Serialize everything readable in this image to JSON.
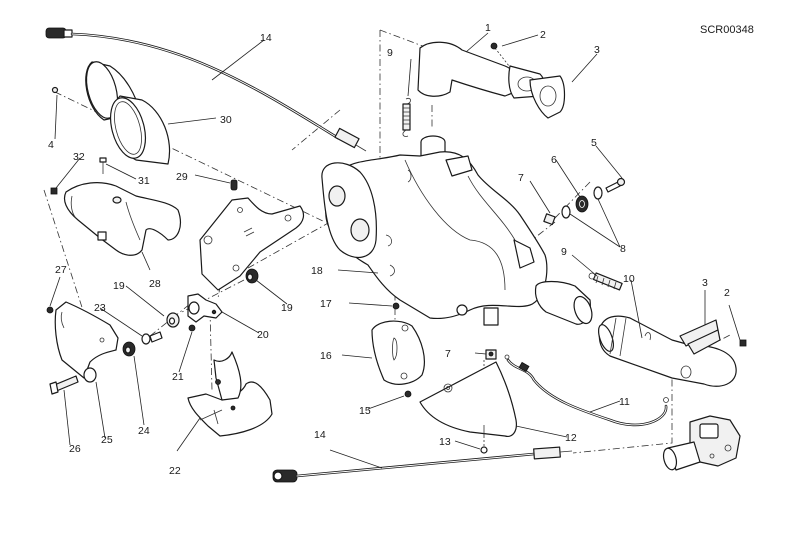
{
  "diagram": {
    "drawing_code": "SCR00348",
    "subject": "Exhaust system exploded view",
    "colors": {
      "line": "#1a1a1a",
      "background": "#ffffff",
      "fill_light": "#f1f1f1"
    }
  },
  "callouts": [
    {
      "id": "c1",
      "label": "1",
      "part": "front-exhaust-pipe"
    },
    {
      "id": "c2a",
      "label": "2",
      "part": "nut"
    },
    {
      "id": "c2b",
      "label": "2",
      "part": "nut"
    },
    {
      "id": "c3a",
      "label": "3",
      "part": "gasket"
    },
    {
      "id": "c3b",
      "label": "3",
      "part": "gasket"
    },
    {
      "id": "c4",
      "label": "4",
      "part": "screw"
    },
    {
      "id": "c5",
      "label": "5",
      "part": "screw"
    },
    {
      "id": "c6",
      "label": "6",
      "part": "rubber-grommet"
    },
    {
      "id": "c7a",
      "label": "7",
      "part": "clip-nut"
    },
    {
      "id": "c7b",
      "label": "7",
      "part": "clip-nut"
    },
    {
      "id": "c8",
      "label": "8",
      "part": "washer"
    },
    {
      "id": "c9a",
      "label": "9",
      "part": "spring"
    },
    {
      "id": "c9b",
      "label": "9",
      "part": "spring"
    },
    {
      "id": "c10",
      "label": "10",
      "part": "rear-exhaust-pipe"
    },
    {
      "id": "c11",
      "label": "11",
      "part": "valve-cable"
    },
    {
      "id": "c12",
      "label": "12",
      "part": "heat-guard"
    },
    {
      "id": "c13",
      "label": "13",
      "part": "nut"
    },
    {
      "id": "c14a",
      "label": "14",
      "part": "lambda-sensor"
    },
    {
      "id": "c14b",
      "label": "14",
      "part": "lambda-sensor"
    },
    {
      "id": "c15",
      "label": "15",
      "part": "screw"
    },
    {
      "id": "c16",
      "label": "16",
      "part": "heat-guard"
    },
    {
      "id": "c17",
      "label": "17",
      "part": "clip-nut"
    },
    {
      "id": "c18",
      "label": "18",
      "part": "silencer"
    },
    {
      "id": "c19a",
      "label": "19",
      "part": "rubber-grommet"
    },
    {
      "id": "c19b",
      "label": "19",
      "part": "rubber-grommet"
    },
    {
      "id": "c20",
      "label": "20",
      "part": "bracket"
    },
    {
      "id": "c21",
      "label": "21",
      "part": "screw"
    },
    {
      "id": "c22",
      "label": "22",
      "part": "heat-guard"
    },
    {
      "id": "c23",
      "label": "23",
      "part": "spacer"
    },
    {
      "id": "c24",
      "label": "24",
      "part": "rubber-grommet"
    },
    {
      "id": "c25",
      "label": "25",
      "part": "bracket"
    },
    {
      "id": "c26",
      "label": "26",
      "part": "screw"
    },
    {
      "id": "c27",
      "label": "27",
      "part": "screw"
    },
    {
      "id": "c28",
      "label": "28",
      "part": "heat-guard"
    },
    {
      "id": "c29",
      "label": "29",
      "part": "screw"
    },
    {
      "id": "c30",
      "label": "30",
      "part": "tailpipe-cover"
    },
    {
      "id": "c31",
      "label": "31",
      "part": "screw"
    },
    {
      "id": "c32",
      "label": "32",
      "part": "clip-nut"
    }
  ]
}
